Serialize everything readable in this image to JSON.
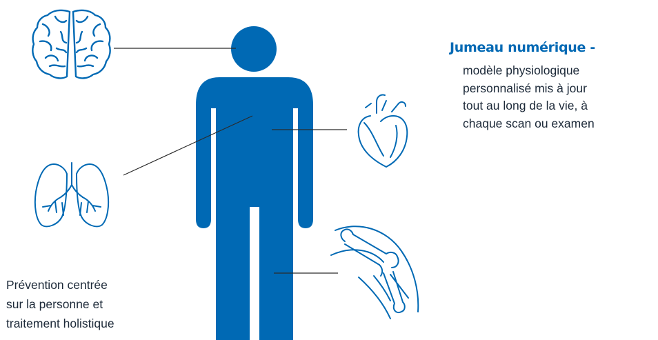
{
  "colors": {
    "primary": "#0069b4",
    "text": "#1d2a39",
    "connector": "#2b2b2b"
  },
  "icons": [
    "brain-icon",
    "lungs-icon",
    "heart-icon",
    "knee-joint-icon",
    "human-figure-icon"
  ],
  "digital_twin": {
    "title": "Jumeau numérique -",
    "description_lines": [
      "modèle physiologique",
      "personnalisé mis à jour",
      "tout au long de la vie, à",
      "chaque scan ou examen"
    ]
  },
  "prevention": {
    "lines": [
      "Prévention centrée",
      "sur la personne et",
      "traitement holistique"
    ]
  }
}
